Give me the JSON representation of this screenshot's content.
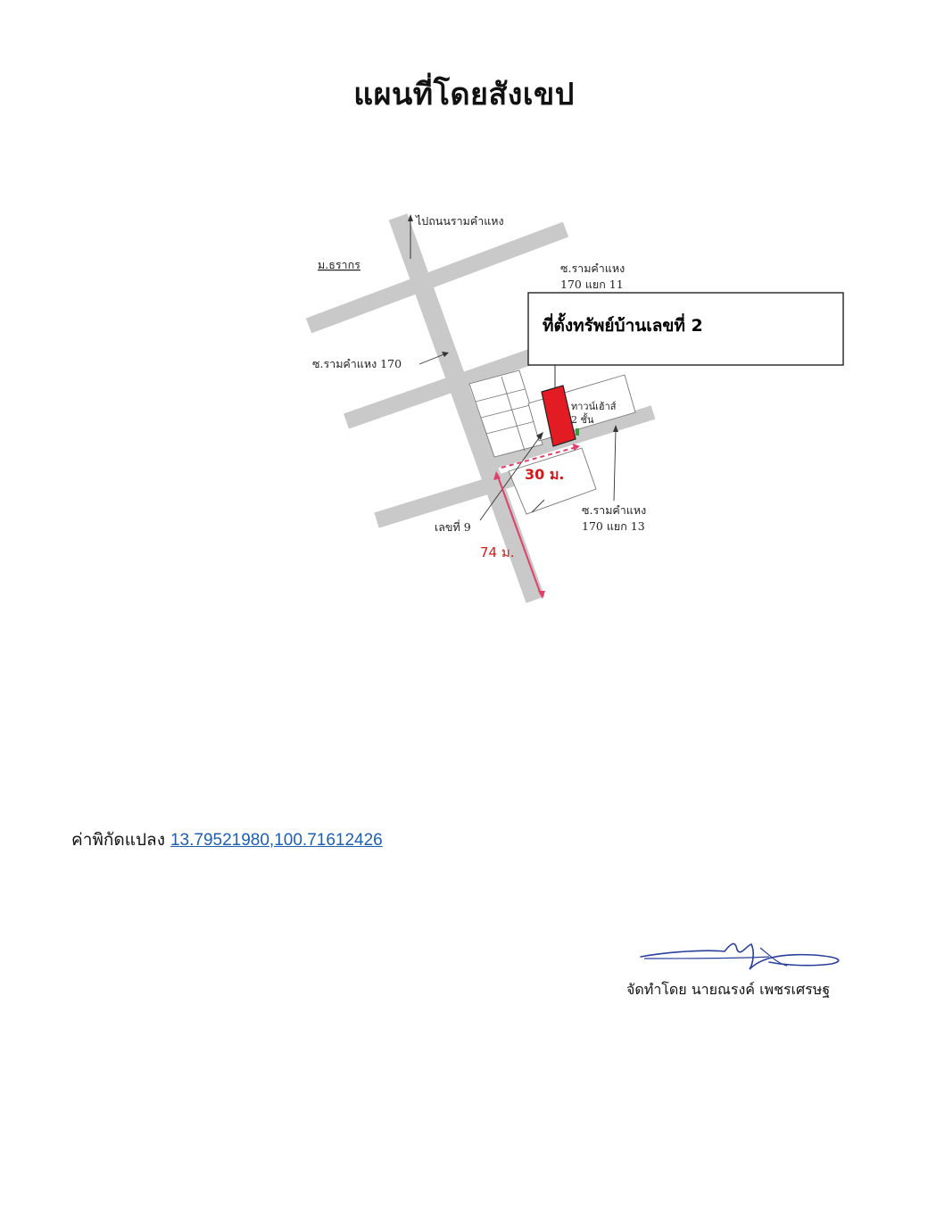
{
  "document": {
    "title": "แผนที่โดยสังเขป",
    "coordinate_label": "ค่าพิกัดแปลง",
    "coordinate_value": "13.79521980,100.71612426",
    "prepared_by": "จัดทำโดย นายณรงค์ เพชรเศรษฐ"
  },
  "map": {
    "callout": "ที่ตั้งทรัพย์บ้านเลขที่ 2",
    "labels": {
      "to_road": "ไปถนนรามคำแหง",
      "village": "ม.ธรากร",
      "soi_170": "ซ.รามคำแหง 170",
      "soi_11_line1": "ซ.รามคำแหง",
      "soi_11_line2": "170 แยก 11",
      "soi_13_line1": "ซ.รามคำแหง",
      "soi_13_line2": "170 แยก 13",
      "townhouse_line1": "ทาวน์เฮ้าส์",
      "townhouse_line2": "2 ชั้น",
      "house_no_9": "เลขที่ 9",
      "distance_short": "30 ม.",
      "distance_long": "74 ม."
    },
    "colors": {
      "road": "#c9c9c9",
      "property": "#e31b23",
      "route": "#e0406a",
      "callout_border": "#111111"
    }
  }
}
